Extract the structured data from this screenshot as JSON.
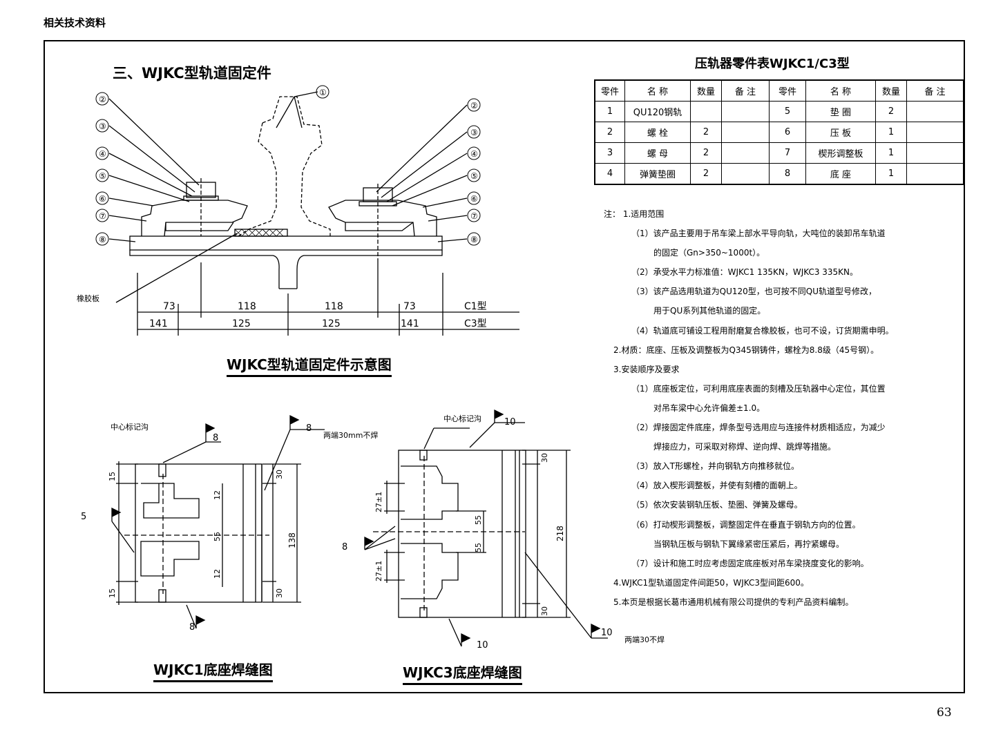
{
  "header": "相关技术资料",
  "page_number": "63",
  "section_title": "三、WJKC型轨道固定件",
  "captions": {
    "schematic": "WJKC型轨道固定件示意图",
    "c1_weld": "WJKC1底座焊缝图",
    "c3_weld": "WJKC3底座焊缝图"
  },
  "schematic": {
    "callouts": [
      "①",
      "②",
      "③",
      "④",
      "⑤",
      "⑥",
      "⑦",
      "⑧"
    ],
    "rubber_pad": "橡胶板",
    "dims_c1": [
      "73",
      "118",
      "118",
      "73"
    ],
    "dims_c3": [
      "141",
      "125",
      "125",
      "141"
    ],
    "c1_type": "C1型",
    "c3_type": "C3型"
  },
  "weld_c1": {
    "center_mark": "中心标记沟",
    "w8": "8",
    "w8_note": "两端30mm不焊",
    "w5": "5",
    "d15": "15",
    "d12": "12",
    "d55": "55",
    "d30": "30",
    "d138": "138"
  },
  "weld_c3": {
    "center_mark": "中心标记沟",
    "w10": "10",
    "w10_note": "两端30不焊",
    "w8": "8",
    "d27": "27±1",
    "d55": "55",
    "d30": "30",
    "d218": "218"
  },
  "parts_table": {
    "title": "压轨器零件表WJKC1/C3型",
    "headers": [
      "零件",
      "名 称",
      "数量",
      "备 注",
      "零件",
      "名 称",
      "数量",
      "备 注"
    ],
    "rows": [
      [
        "1",
        "QU120钢轨",
        "",
        "",
        "5",
        "垫 圈",
        "2",
        ""
      ],
      [
        "2",
        "螺 栓",
        "2",
        "",
        "6",
        "压 板",
        "1",
        ""
      ],
      [
        "3",
        "螺 母",
        "2",
        "",
        "7",
        "楔形调整板",
        "1",
        ""
      ],
      [
        "4",
        "弹簧垫圈",
        "2",
        "",
        "8",
        "底 座",
        "1",
        ""
      ]
    ]
  },
  "notes": [
    {
      "text": "注：  1.适用范围",
      "cls": "ind0"
    },
    {
      "text": "（1）该产品主要用于吊车梁上部水平导向轨，大吨位的装卸吊车轨道",
      "cls": "ind3"
    },
    {
      "text": "的固定（Gn>350~1000t）。",
      "cls": "ind2 ext"
    },
    {
      "text": "（2）承受水平力标准值：WJKC1  135KN，WJKC3  335KN。",
      "cls": "ind3"
    },
    {
      "text": "（3）该产品选用轨道为QU120型，也可按不同QU轨道型号修改，",
      "cls": "ind3"
    },
    {
      "text": "用于QU系列其他轨道的固定。",
      "cls": "ind2 ext"
    },
    {
      "text": "（4）轨道底可铺设工程用耐磨复合橡胶板，也可不设，订货期需申明。",
      "cls": "ind3"
    },
    {
      "text": "2.材质：底座、压板及调整板为Q345钢铸件，螺栓为8.8级（45号钢）。",
      "cls": "ind1"
    },
    {
      "text": "3.安装顺序及要求",
      "cls": "ind1"
    },
    {
      "text": "（1）底座板定位，可利用底座表面的刻槽及压轨器中心定位，其位置",
      "cls": "ind3"
    },
    {
      "text": "对吊车梁中心允许偏差±1.0。",
      "cls": "ind2 ext"
    },
    {
      "text": "（2）焊接固定件底座，焊条型号选用应与连接件材质相适应，为减少",
      "cls": "ind3"
    },
    {
      "text": "焊接应力，可采取对称焊、逆向焊、跳焊等措施。",
      "cls": "ind2 ext"
    },
    {
      "text": "（3）放入T形螺栓，并向钢轨方向推移就位。",
      "cls": "ind3"
    },
    {
      "text": "（4）放入楔形调整板，并使有刻槽的面朝上。",
      "cls": "ind3"
    },
    {
      "text": "（5）依次安装钢轨压板、垫圈、弹簧及螺母。",
      "cls": "ind3"
    },
    {
      "text": "（6）打动楔形调整板，调整固定件在垂直于钢轨方向的位置。",
      "cls": "ind3"
    },
    {
      "text": "当钢轨压板与钢轨下翼缘紧密压紧后，再拧紧螺母。",
      "cls": "ind2 ext"
    },
    {
      "text": "（7）设计和施工时应考虑固定底座板对吊车梁挠度变化的影响。",
      "cls": "ind3"
    },
    {
      "text": "4.WJKC1型轨道固定件间距50，WJKC3型间距600。",
      "cls": "ind1"
    },
    {
      "text": "5.本页是根据长葛市通用机械有限公司提供的专利产品资料编制。",
      "cls": "ind1"
    }
  ]
}
